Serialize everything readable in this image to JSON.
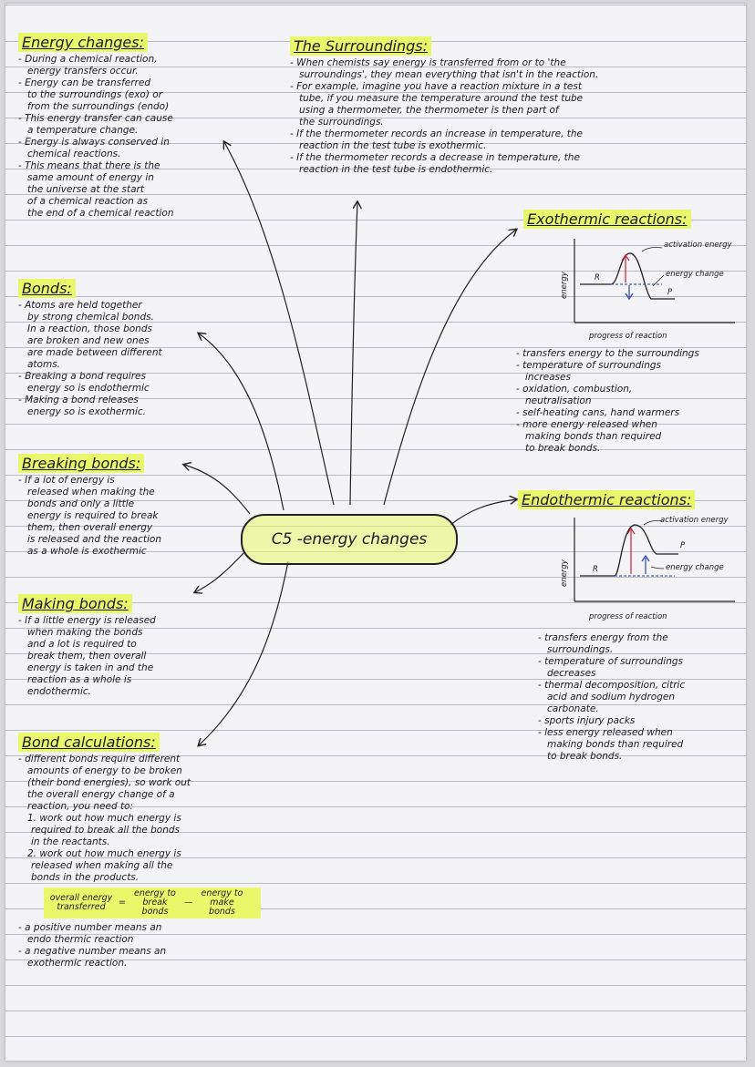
{
  "center_title": "C5 -energy changes",
  "energy_changes": {
    "title": "Energy changes:",
    "lines": [
      "- During a chemical reaction,",
      "  energy transfers occur.",
      "- Energy can be transferred",
      "  to the surroundings (exo) or",
      "  from the surroundings (endo)",
      "- This energy transfer can cause",
      "  a temperature change.",
      "- Energy is always conserved in",
      "  chemical reactions.",
      "- This means that there is the",
      "  same amount of energy in",
      "  the universe at the start",
      "  of a chemical reaction as",
      "  the end of a chemical reaction"
    ]
  },
  "surroundings": {
    "title": "The Surroundings:",
    "lines": [
      "- When chemists say energy is transferred from or to 'the",
      "  surroundings', they mean everything that isn't in the reaction.",
      "- For example, imagine you have a reaction mixture in a test",
      "  tube, if you measure the temperature around the test tube",
      "  using a thermometer, the thermometer is then part of",
      "  the surroundings.",
      "- If the thermometer records an increase in temperature, the",
      "  reaction in the test tube is exothermic.",
      "- If the thermometer records a decrease in temperature, the",
      "  reaction in the test tube is endothermic."
    ]
  },
  "bonds": {
    "title": "Bonds:",
    "lines": [
      "- Atoms are held together",
      "  by strong chemical bonds.",
      "  In a reaction, those bonds",
      "  are broken and new ones",
      "  are made between different",
      "  atoms.",
      "- Breaking a bond requires",
      "  energy so is endothermic",
      "- Making a bond releases",
      "  energy so is exothermic."
    ]
  },
  "breaking_bonds": {
    "title": "Breaking bonds:",
    "lines": [
      "- If a lot of energy is",
      "  released when making the",
      "  bonds and only a little",
      "  energy is required to break",
      "  them, then overall energy",
      "  is released and the reaction",
      "  as a whole is exothermic"
    ]
  },
  "making_bonds": {
    "title": "Making bonds:",
    "lines": [
      "- If a little energy is released",
      "  when making the bonds",
      "  and a lot is required to",
      "  break them, then overall",
      "  energy is taken in and the",
      "  reaction as a whole is",
      "  endothermic."
    ]
  },
  "bond_calculations": {
    "title": "Bond calculations:",
    "lines": [
      "- different bonds require different",
      "  amounts of energy to be broken",
      "  (their bond energies), so work out",
      "  the overall energy change of a",
      "  reaction, you need to:",
      "  1. work out how much energy is",
      "     required to break all the bonds",
      "     in the reactants.",
      "  2. work out how much energy is",
      "     released when making all the",
      "     bonds in the products."
    ],
    "formula": {
      "left": "overall energy transferred",
      "equals": "=",
      "break": "energy to break bonds",
      "minus": "—",
      "make": "energy to make bonds"
    },
    "after": [
      "- a positive number means an",
      "  endo thermic reaction",
      "- a negative number means an",
      "  exothermic reaction."
    ]
  },
  "exothermic": {
    "title": "Exothermic reactions:",
    "graph": {
      "y_label": "energy",
      "x_label": "progress of reaction",
      "activation_label": "activation energy",
      "change_label": "energy change",
      "reactant": "R",
      "product": "P"
    },
    "lines": [
      "- transfers energy to the surroundings",
      "- temperature of surroundings",
      "  increases",
      "- oxidation, combustion,",
      "  neutralisation",
      "- self-heating cans, hand warmers",
      "- more energy released when",
      "  making bonds than required",
      "  to break bonds."
    ]
  },
  "endothermic": {
    "title": "Endothermic reactions:",
    "graph": {
      "y_label": "energy",
      "x_label": "progress of reaction",
      "activation_label": "activation energy",
      "change_label": "energy change",
      "reactant": "R",
      "product": "P"
    },
    "lines": [
      "- transfers energy from the",
      "  surroundings.",
      "- temperature of surroundings",
      "  decreases",
      "- thermal decomposition, citric",
      "  acid and sodium hydrogen",
      "  carbonate.",
      "- sports injury packs",
      "- less energy released when",
      "  making bonds than required",
      "  to break bonds."
    ]
  },
  "colors": {
    "highlight": "#e9f86a",
    "ink": "#1c1c22",
    "red_arrow": "#c0203a",
    "blue_arrow": "#2a3fb0"
  }
}
